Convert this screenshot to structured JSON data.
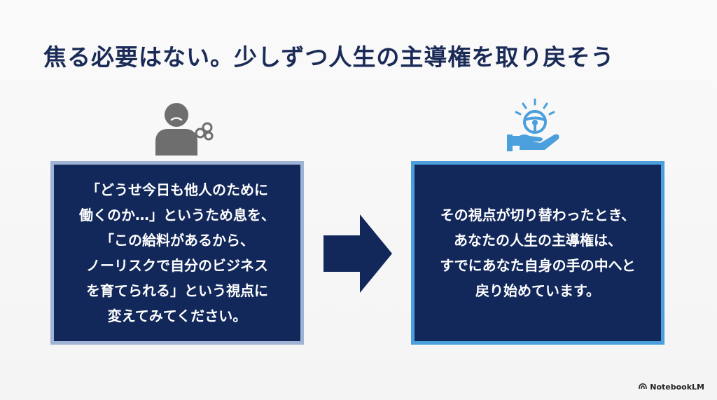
{
  "slide": {
    "title": "焦る必要はない。少しずつ人生の主導権を取り戻そう",
    "left_card": {
      "lines": [
        "「どうせ今日も他人のために",
        "働くのか…」というため息を、",
        "「この給料があるから、",
        "ノーリスクで自分のビジネス",
        "を育てられる」という視点に",
        "変えてみてください。"
      ]
    },
    "right_card": {
      "lines": [
        "その視点が切り替わったとき、",
        "あなたの人生の主導権は、",
        "すでにあなた自身の手の中へと",
        "戻り始めています。"
      ]
    },
    "icons": {
      "left": "sighing-person-icon",
      "center": "right-arrow-icon",
      "right": "hand-holding-steering-wheel-icon"
    },
    "brand": {
      "label": "NotebookLM",
      "icon": "notebooklm-logo-icon"
    },
    "colors": {
      "title": "#1b2b57",
      "card_fill": "#12285a",
      "left_border": "#9fb3d4",
      "right_border": "#4a9fdc",
      "icon_gray": "#6e6e6e",
      "icon_blue": "#4a9fdc"
    }
  }
}
